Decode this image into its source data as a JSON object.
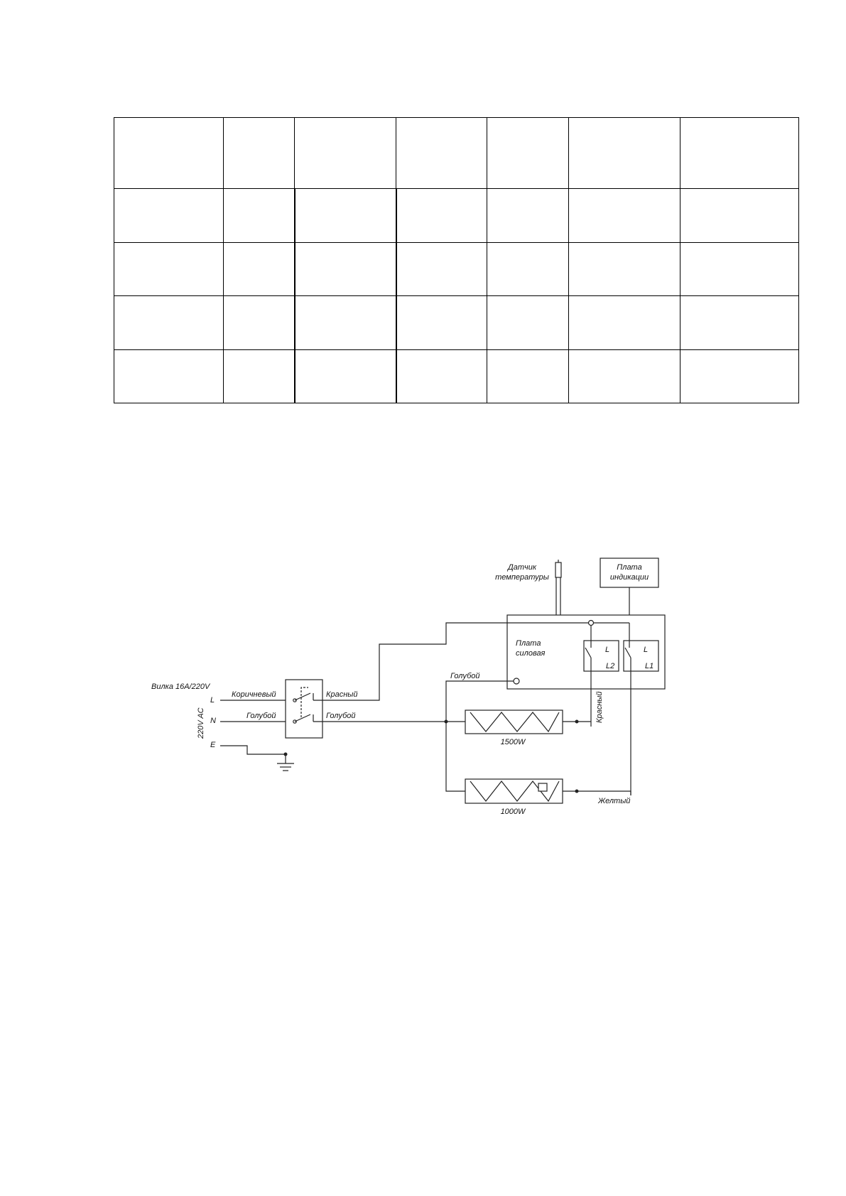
{
  "table": {
    "rows": 5,
    "cols": 7
  },
  "diagram": {
    "plug": "Вилка 16А/220V",
    "voltage": "220V AC",
    "terminal_l": "L",
    "terminal_n": "N",
    "terminal_e": "E",
    "wire_brown": "Коричневый",
    "wire_blue_in": "Голубой",
    "wire_red_out": "Красный",
    "wire_blue_out": "Голубой",
    "temp_sensor_line1": "Датчик",
    "temp_sensor_line2": "температуры",
    "indication_line1": "Плата",
    "indication_line2": "индикации",
    "power_line1": "Плата",
    "power_line2": "силовая",
    "power_blue": "Голубой",
    "relay_l2_top": "L",
    "relay_l2": "L2",
    "relay_l1_top": "L",
    "relay_l1": "L1",
    "heater_1500": "1500W",
    "heater_1000": "1000W",
    "wire_red_vertical": "Красный",
    "wire_yellow": "Желтый"
  }
}
